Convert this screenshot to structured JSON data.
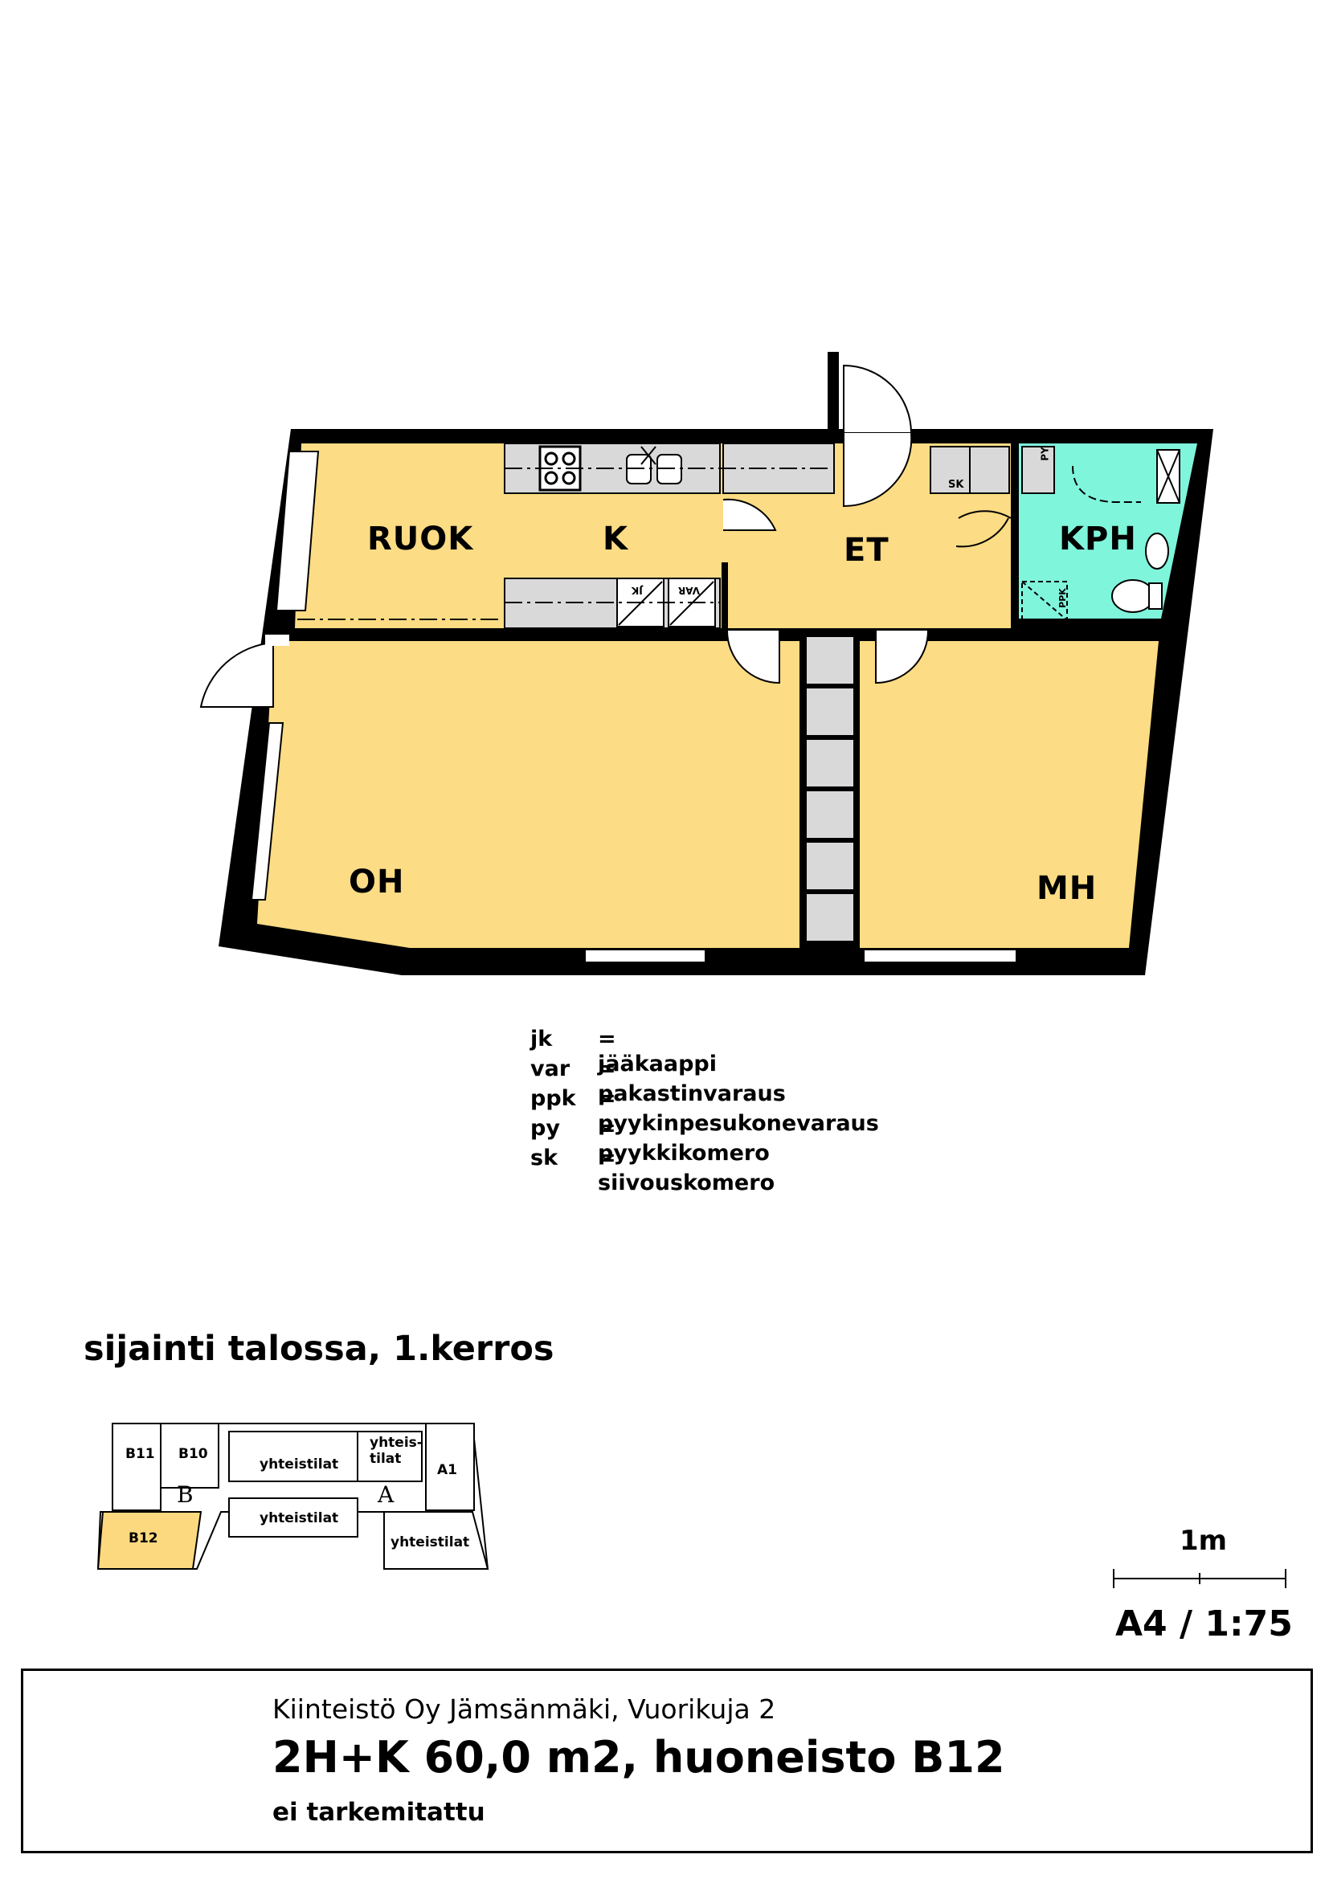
{
  "rooms": {
    "ruok": "RUOK",
    "k": "K",
    "et": "ET",
    "kph": "KPH",
    "oh": "OH",
    "mh": "MH"
  },
  "fixtures": {
    "jk": "JK",
    "var": "VAR",
    "sk": "SK",
    "py": "PY",
    "ppk": "PPK"
  },
  "legend": [
    {
      "abbr": "jk",
      "text": "= jääkaappi"
    },
    {
      "abbr": "var",
      "text": "= pakastinvaraus"
    },
    {
      "abbr": "ppk",
      "text": "= pyykinpesukonevaraus"
    },
    {
      "abbr": "py",
      "text": "= pyykkikomero"
    },
    {
      "abbr": "sk",
      "text": "= siivouskomero"
    }
  ],
  "location": {
    "title": "sijainti talossa, 1.kerros",
    "units": {
      "b11": "B11",
      "b10": "B10",
      "yhteistilat_1": "yhteistilat",
      "yhteistilat_2": "yhteis-\ntilat",
      "a1": "A1",
      "b": "B",
      "a": "A",
      "b12": "B12",
      "yhteistilat_3": "yhteistilat",
      "yhteistilat_4": "yhteistilat"
    },
    "highlight_color": "#fcd97e"
  },
  "scale": {
    "bar_label": "1m",
    "ratio": "A4 / 1:75"
  },
  "title_block": {
    "line1": "Kiinteistö Oy Jämsänmäki, Vuorikuja 2",
    "line2": "2H+K 60,0 m2, huoneisto B12",
    "line3": "ei tarkemitattu"
  },
  "colors": {
    "room_fill": "#fcdc84",
    "bath_fill": "#7ff5dc",
    "wall": "#000000",
    "fixture_fill": "#d9d9d9"
  }
}
